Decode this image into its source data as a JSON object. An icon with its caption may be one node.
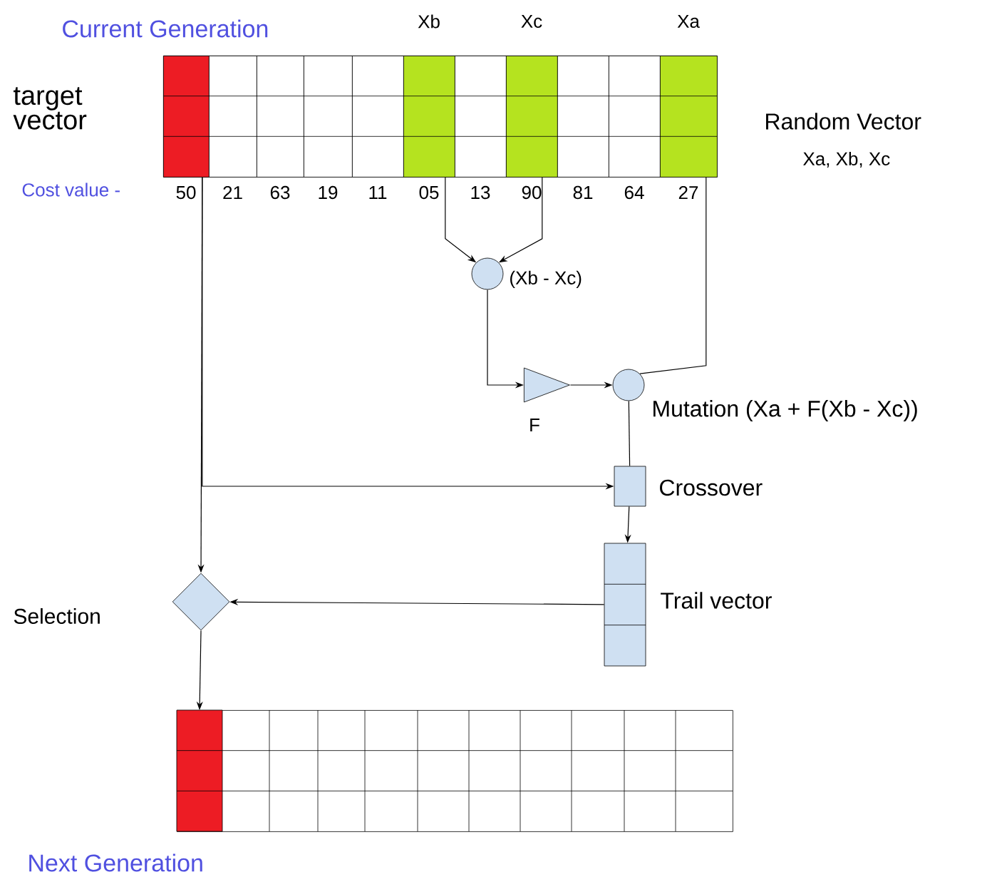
{
  "diagram": {
    "nodes": [
      {
        "text": [
          "Current Generation"
        ],
        "beside": [
          "target vector"
        ]
      },
      {
        "text": [],
        "shape": "bar",
        "in": 0,
        "beside": [
          "50"
        ]
      },
      {
        "text": [],
        "shape": "bar",
        "in": 0,
        "beside": [
          "21"
        ]
      },
      {
        "text": [],
        "shape": "bar",
        "in": 0,
        "beside": [
          "63"
        ]
      },
      {
        "text": [],
        "shape": "bar",
        "in": 0,
        "beside": [
          "19"
        ]
      },
      {
        "text": [],
        "shape": "bar",
        "in": 0,
        "beside": [
          "11"
        ]
      },
      {
        "text": [],
        "shape": "bar",
        "in": 0,
        "beside": [
          "Xb",
          "05"
        ]
      },
      {
        "text": [],
        "shape": "bar",
        "in": 0,
        "beside": [
          "13"
        ]
      },
      {
        "text": [],
        "shape": "bar",
        "in": 0,
        "beside": [
          "Xc",
          "90"
        ]
      },
      {
        "text": [],
        "shape": "bar",
        "in": 0,
        "beside": [
          "81"
        ]
      },
      {
        "text": [],
        "shape": "bar",
        "in": 0,
        "beside": [
          "64"
        ]
      },
      {
        "text": [],
        "shape": "bar",
        "in": 0,
        "beside": [
          "Xa",
          "27"
        ]
      },
      {
        "text": [],
        "shape": "circle",
        "beside": [
          "(Xb - Xc)"
        ]
      },
      {
        "text": [],
        "shape": "triangle",
        "beside": [
          "F"
        ]
      },
      {
        "text": [],
        "shape": "circle",
        "beside": [
          "Mutation (Xa + F(Xb - Xc))"
        ]
      },
      {
        "text": [],
        "shape": "box",
        "beside": [
          "Crossover"
        ]
      },
      {
        "text": [],
        "shape": "box",
        "beside": [
          "Trail vector"
        ]
      },
      {
        "text": [],
        "shape": "diamond",
        "beside": [
          "Selection"
        ]
      },
      {
        "text": [
          "Next Generation"
        ]
      }
    ],
    "edges": [
      {
        "from": 1,
        "to": 17,
        "arrow": "to"
      },
      {
        "from": 1,
        "to": 15,
        "arrow": "to"
      },
      {
        "from": 6,
        "to": 12,
        "arrow": "to"
      },
      {
        "from": 8,
        "to": 12,
        "arrow": "to"
      },
      {
        "from": 12,
        "to": 13,
        "arrow": "to"
      },
      {
        "from": 13,
        "to": 14,
        "arrow": "to"
      },
      {
        "from": 11,
        "to": 14,
        "arrow": "none"
      },
      {
        "from": 14,
        "to": 15,
        "arrow": "none"
      },
      {
        "from": 15,
        "to": 16,
        "arrow": "to"
      },
      {
        "from": 16,
        "to": 17,
        "arrow": "to"
      },
      {
        "from": 17,
        "to": 18,
        "arrow": "to"
      }
    ],
    "labels": [
      "Cost value -",
      "Random Vector",
      "Xa, Xb, Xc"
    ]
  }
}
